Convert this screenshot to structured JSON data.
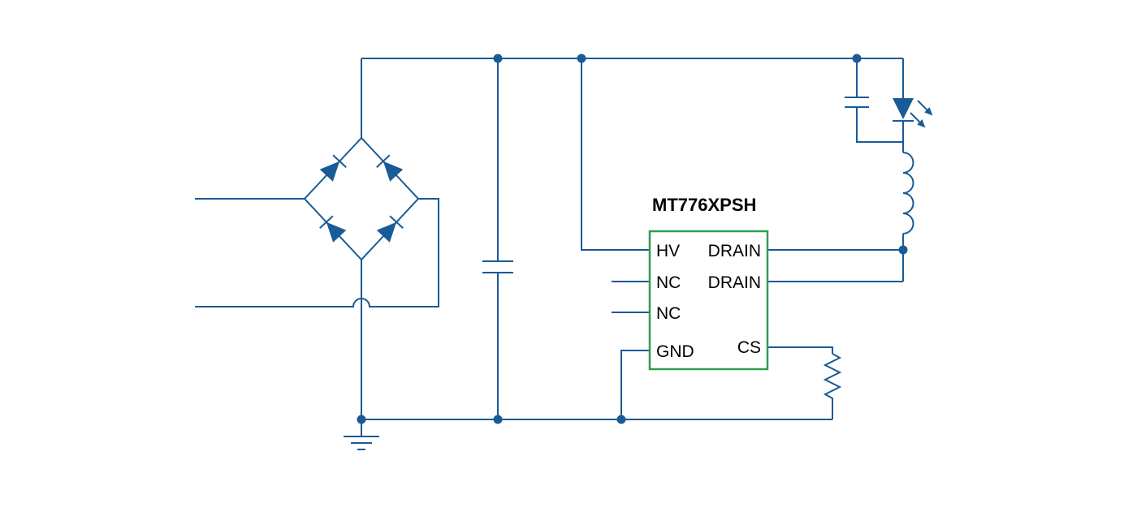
{
  "ic": {
    "part_number": "MT776XPSH",
    "pins": {
      "left": [
        "HV",
        "NC",
        "NC",
        "GND"
      ],
      "right": [
        "DRAIN",
        "DRAIN",
        "CS"
      ]
    }
  },
  "colors": {
    "wire": "#1a5a96",
    "ic_outline": "#2e9e50",
    "text": "#000000",
    "background": "#ffffff"
  },
  "symbols": [
    "ac-input",
    "bridge-rectifier",
    "bulk-capacitor",
    "controller-ic",
    "output-capacitor",
    "led",
    "inductor",
    "current-sense-resistor",
    "ground-symbol"
  ]
}
